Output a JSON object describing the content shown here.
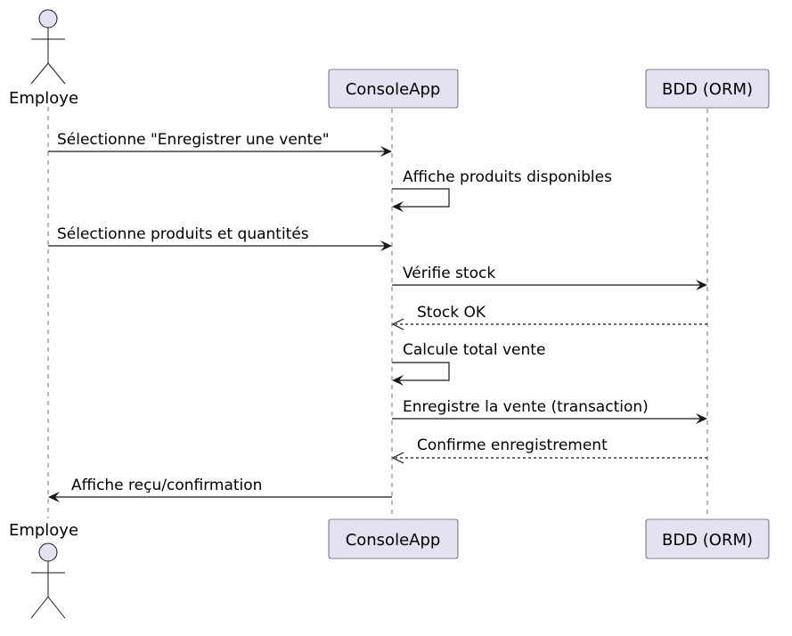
{
  "participants": [
    {
      "id": "employe",
      "kind": "actor",
      "label": "Employe"
    },
    {
      "id": "console",
      "kind": "participant",
      "label": "ConsoleApp"
    },
    {
      "id": "bdd",
      "kind": "participant",
      "label": "BDD (ORM)"
    }
  ],
  "messages": [
    {
      "from": "employe",
      "to": "console",
      "label": "Sélectionne \"Enregistrer une vente\"",
      "style": "solid"
    },
    {
      "from": "console",
      "to": "console",
      "label": "Affiche produits disponibles",
      "style": "solid"
    },
    {
      "from": "employe",
      "to": "console",
      "label": "Sélectionne produits et quantités",
      "style": "solid"
    },
    {
      "from": "console",
      "to": "bdd",
      "label": "Vérifie stock",
      "style": "solid"
    },
    {
      "from": "bdd",
      "to": "console",
      "label": "Stock OK",
      "style": "dashed"
    },
    {
      "from": "console",
      "to": "console",
      "label": "Calcule total vente",
      "style": "solid"
    },
    {
      "from": "console",
      "to": "bdd",
      "label": "Enregistre la vente (transaction)",
      "style": "solid"
    },
    {
      "from": "bdd",
      "to": "console",
      "label": "Confirme enregistrement",
      "style": "dashed"
    },
    {
      "from": "console",
      "to": "employe",
      "label": "Affiche reçu/confirmation",
      "style": "solid"
    }
  ],
  "colors": {
    "participant_fill": "#E2E2F0",
    "stroke": "#181818",
    "text": "#000000",
    "background": "#FFFFFF"
  }
}
